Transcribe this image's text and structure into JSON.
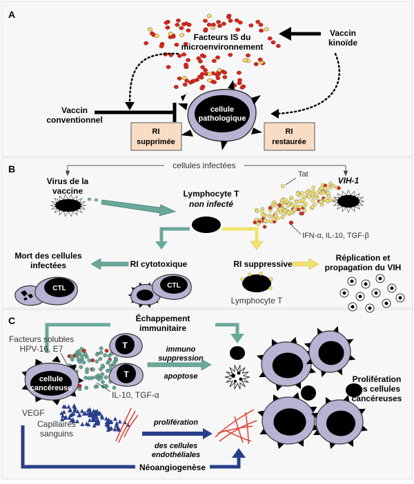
{
  "panel_a": {
    "letter": "A",
    "factors_line1": "Facteurs IS du",
    "factors_line2": "microenvironnement",
    "kinoid_line1": "Vaccin",
    "kinoid_line2": "kinoïde",
    "conv_line1": "Vaccin",
    "conv_line2": "conventionnel",
    "cell_line1": "cellule",
    "cell_line2": "pathologique",
    "ri_sup_line1": "RI",
    "ri_sup_line2": "supprimée",
    "ri_res_line1": "RI",
    "ri_res_line2": "restaurée"
  },
  "panel_b": {
    "letter": "B",
    "infected": "cellules infectées",
    "virus_line1": "Virus de la",
    "virus_line2": "vaccine",
    "tat": "Tat",
    "vih1": "VIH-1",
    "lymph_line1": "Lymphocyte T",
    "lymph_line2": "non infecté",
    "cytokines": "IFN-α, IL-10, TGF-β",
    "death_line1": "Mort des cellules",
    "death_line2": "infectées",
    "ri_cyto": "RI cytotoxique",
    "ri_supp": "RI suppressive",
    "repl_line1": "Réplication et",
    "repl_line2": "propagation du VIH",
    "ctl": "CTL",
    "lymph2": "Lymphocyte T"
  },
  "panel_c": {
    "letter": "C",
    "escape_line1": "Échappement",
    "escape_line2": "immunitaire",
    "soluble_line1": "Facteurs solubles",
    "soluble_line2": "HPV-16, E7",
    "t_cell": "T",
    "immuno_line1": "immuno",
    "immuno_line2": "suppression",
    "apoptose": "apoptose",
    "cancer_line1": "cellule",
    "cancer_line2": "cancéreuse",
    "il10": "IL-10, TGF-α",
    "prolif_line1": "Prolifération",
    "prolif_line2": "des cellules",
    "prolif_line3": "cancéreuses",
    "vegf": "VEGF",
    "endo_line1": "prolifération",
    "endo_line2": "des cellules",
    "endo_line3": "endothéliales",
    "capil_line1": "Capillaires",
    "capil_line2": "sanguins",
    "neo": "Néoangiogenèse"
  },
  "colors": {
    "panel_bg": "#f7f7f7",
    "cell_fill": "#b7b3d3",
    "box_fill": "#f8dcc4",
    "teal": "#6aa89a",
    "yellow": "#f1e26b",
    "navy": "#283e8a",
    "red": "#d8281c",
    "capillary": "#e03a2e"
  }
}
